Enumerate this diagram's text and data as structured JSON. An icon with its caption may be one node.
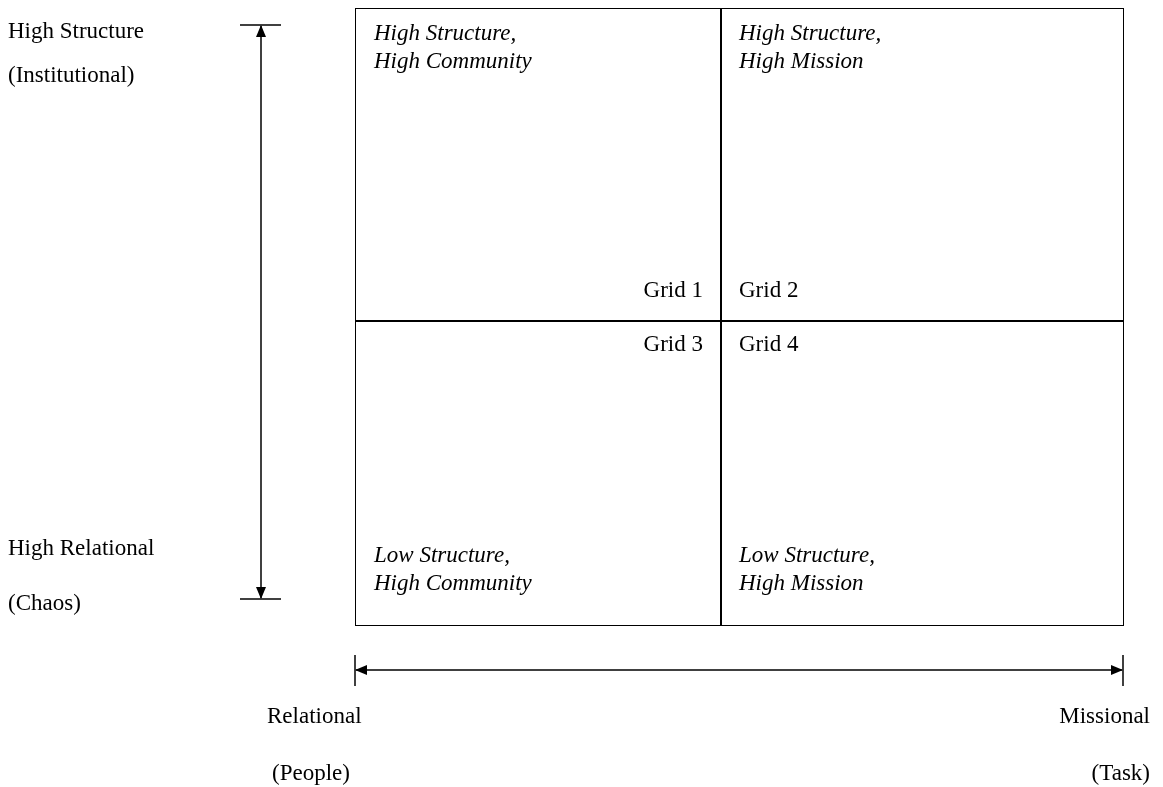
{
  "diagram": {
    "nodes": [
      {
        "text": [
          "High Structure, High Community",
          "Grid 1"
        ]
      },
      {
        "text": [
          "High Structure, High Mission",
          "Grid 2"
        ]
      },
      {
        "text": [
          "Grid 3",
          "Low Structure, High Community"
        ]
      },
      {
        "text": [
          "Grid 4",
          "Low Structure, High Mission"
        ]
      }
    ],
    "edges": [],
    "labels": [
      "High Structure",
      "(Institutional)",
      "High Relational",
      "(Chaos)",
      "Relational",
      "Missional",
      "(People)",
      "(Task)"
    ]
  }
}
